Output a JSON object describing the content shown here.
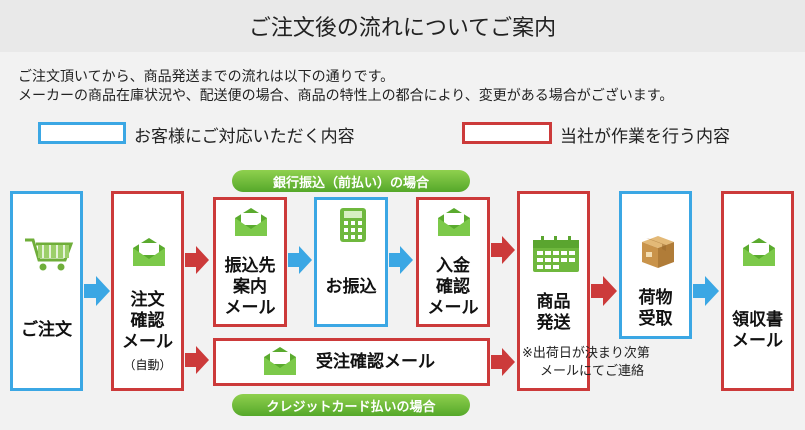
{
  "page": {
    "title": "ご注文後の流れについてご案内",
    "intro_line1": "ご注文頂いてから、商品発送までの流れは以下の通りです。",
    "intro_line2": "メーカーの商品在庫状況や、配送便の場合、商品の特性上の都合により、変更がある場合がございます。"
  },
  "legend": {
    "customer": "お客様にご対応いただく内容",
    "company": "当社が作業を行う内容"
  },
  "pills": {
    "bank": "銀行振込（前払い）の場合",
    "credit": "クレジットカード払いの場合"
  },
  "steps": {
    "order": "ご注文",
    "confirm_line1": "注文",
    "confirm_line2": "確認",
    "confirm_line3": "メール",
    "confirm_auto": "（自動）",
    "transfer_info_line1": "振込先",
    "transfer_info_line2": "案内",
    "transfer_info_line3": "メール",
    "payment": "お振込",
    "deposit_line1": "入金",
    "deposit_line2": "確認",
    "deposit_line3": "メール",
    "accepted": "受注確認メール",
    "ship_line1": "商品",
    "ship_line2": "発送",
    "ship_note_line1": "※出荷日が決まり次第",
    "ship_note_line2": "メールにてご連絡",
    "receive_line1": "荷物",
    "receive_line2": "受取",
    "receipt_line1": "領収書",
    "receipt_line2": "メール"
  },
  "colors": {
    "customer": "#3ba7e4",
    "company": "#cc3a3a",
    "pill": "#6fbe3b",
    "envelope": "#5aaa2e"
  }
}
